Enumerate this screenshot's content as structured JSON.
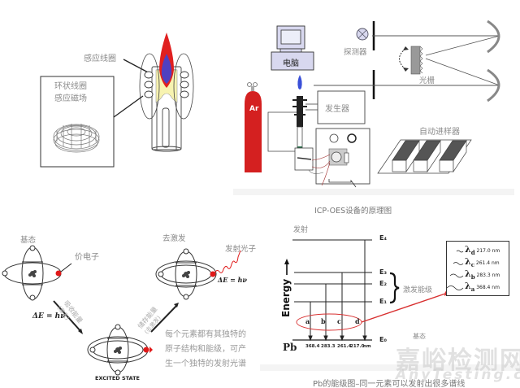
{
  "panels": {
    "torch": {
      "coil_label": "感应线圈",
      "inset_title_line1": "环状线圈",
      "inset_title_line2": "感应磁场"
    },
    "instrument": {
      "computer_label": "电脑",
      "detector_label": "探测器",
      "grating_label": "光栅",
      "argon_label": "Ar",
      "generator_label": "发生器",
      "autosampler_label": "自动进样器",
      "caption": "ICP-OES设备的原理图"
    },
    "atom_model": {
      "ground_state_label": "基态",
      "valence_electron_label": "价电子",
      "deexcitation_label": "去激发",
      "emitted_photon_label": "发射光子",
      "absorb_energy_label": "吸收能量",
      "absorb_energy_sub": "(激发)",
      "store_energy_label": "储存能量",
      "store_energy_sub": "(去激发)",
      "delta_e_left": "ΔE = hν",
      "delta_e_right": "ΔE = hν",
      "excited_state_label": "EXCITED STATE",
      "description_line1": "每个元素都有其独特的",
      "description_line2": "原子结构和能级，可产",
      "description_line3": "生一个独特的发射光谱"
    },
    "energy_diagram": {
      "emission_label": "发射",
      "energy_axis_label": "Energy",
      "element_label": "Pb",
      "levels": [
        "E4",
        "E3",
        "E2",
        "E1",
        "E0"
      ],
      "levels_display": {
        "E4": "E₄",
        "E3": "E₃",
        "E2": "E₂",
        "E1": "E₁",
        "E0": "E₀"
      },
      "excited_levels_label": "激发能级",
      "ground_label": "基态",
      "transitions": [
        {
          "letter": "a",
          "wavelength": "368.4"
        },
        {
          "letter": "b",
          "wavelength": "283.3"
        },
        {
          "letter": "c",
          "wavelength": "261.4"
        },
        {
          "letter": "d",
          "wavelength": "217.0"
        }
      ],
      "wavelength_unit": "nm",
      "legend": [
        {
          "symbol": "λd",
          "sub": "d",
          "value": "217.0 nm"
        },
        {
          "symbol": "λc",
          "sub": "c",
          "value": "261.4 nm"
        },
        {
          "symbol": "λb",
          "sub": "b",
          "value": "283.3 nm"
        },
        {
          "symbol": "λa",
          "sub": "a",
          "value": "368.4 nm"
        }
      ],
      "caption": "Pb的能级图–同一元素可以发射出很多谱线"
    }
  },
  "watermark": {
    "cn": "嘉峪检测网",
    "en": "AnyTesting.com"
  },
  "colors": {
    "flame_red": "#e02020",
    "flame_blue": "#5040c0",
    "plasma_yellow": "#f7f3b0",
    "argon_red": "#d42020",
    "electron_red": "#e01818",
    "highlight_red": "#d83030",
    "computer_fill": "#d8d8ef"
  }
}
